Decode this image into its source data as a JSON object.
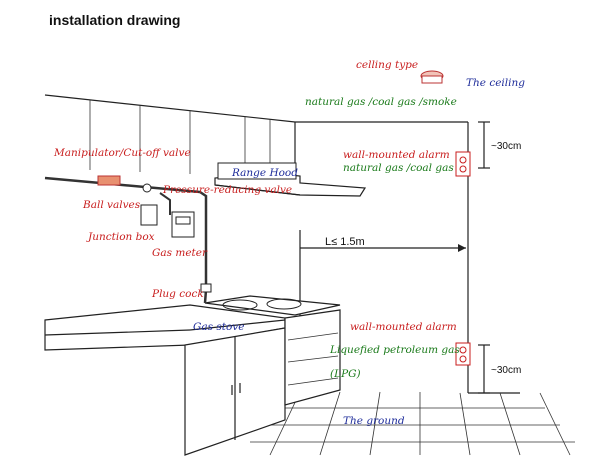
{
  "title": "installation drawing",
  "labels": {
    "ceiling_type": "celling type",
    "the_ceiling": "The ceiling",
    "natural_gas_smoke": "natural gas /coal gas /smoke",
    "wall_alarm_1": "wall-mounted alarm",
    "natural_gas_coal": "natural gas /coal gas",
    "dist_top": "~30cm",
    "manipulator": "Manipulator/Cut-off valve",
    "range_hood": "Range Hood",
    "pressure_valve": "Pressure-reducing valve",
    "ball_valves": "Ball valves",
    "junction_box": "Junction box",
    "gas_meter": "Gas meter",
    "distance_l": "L≤ 1.5m",
    "plug_cock": "Plug cock",
    "gas_stove": "Gas stove",
    "wall_alarm_2": "wall-mounted alarm",
    "lpg": "Liquefied petroleum gas",
    "lpg_abbr": "(LPG)",
    "dist_bottom": "~30cm",
    "the_ground": "The ground"
  },
  "colors": {
    "red": "#c81e1e",
    "green": "#1a7a1a",
    "blue": "#1e2c9a"
  }
}
